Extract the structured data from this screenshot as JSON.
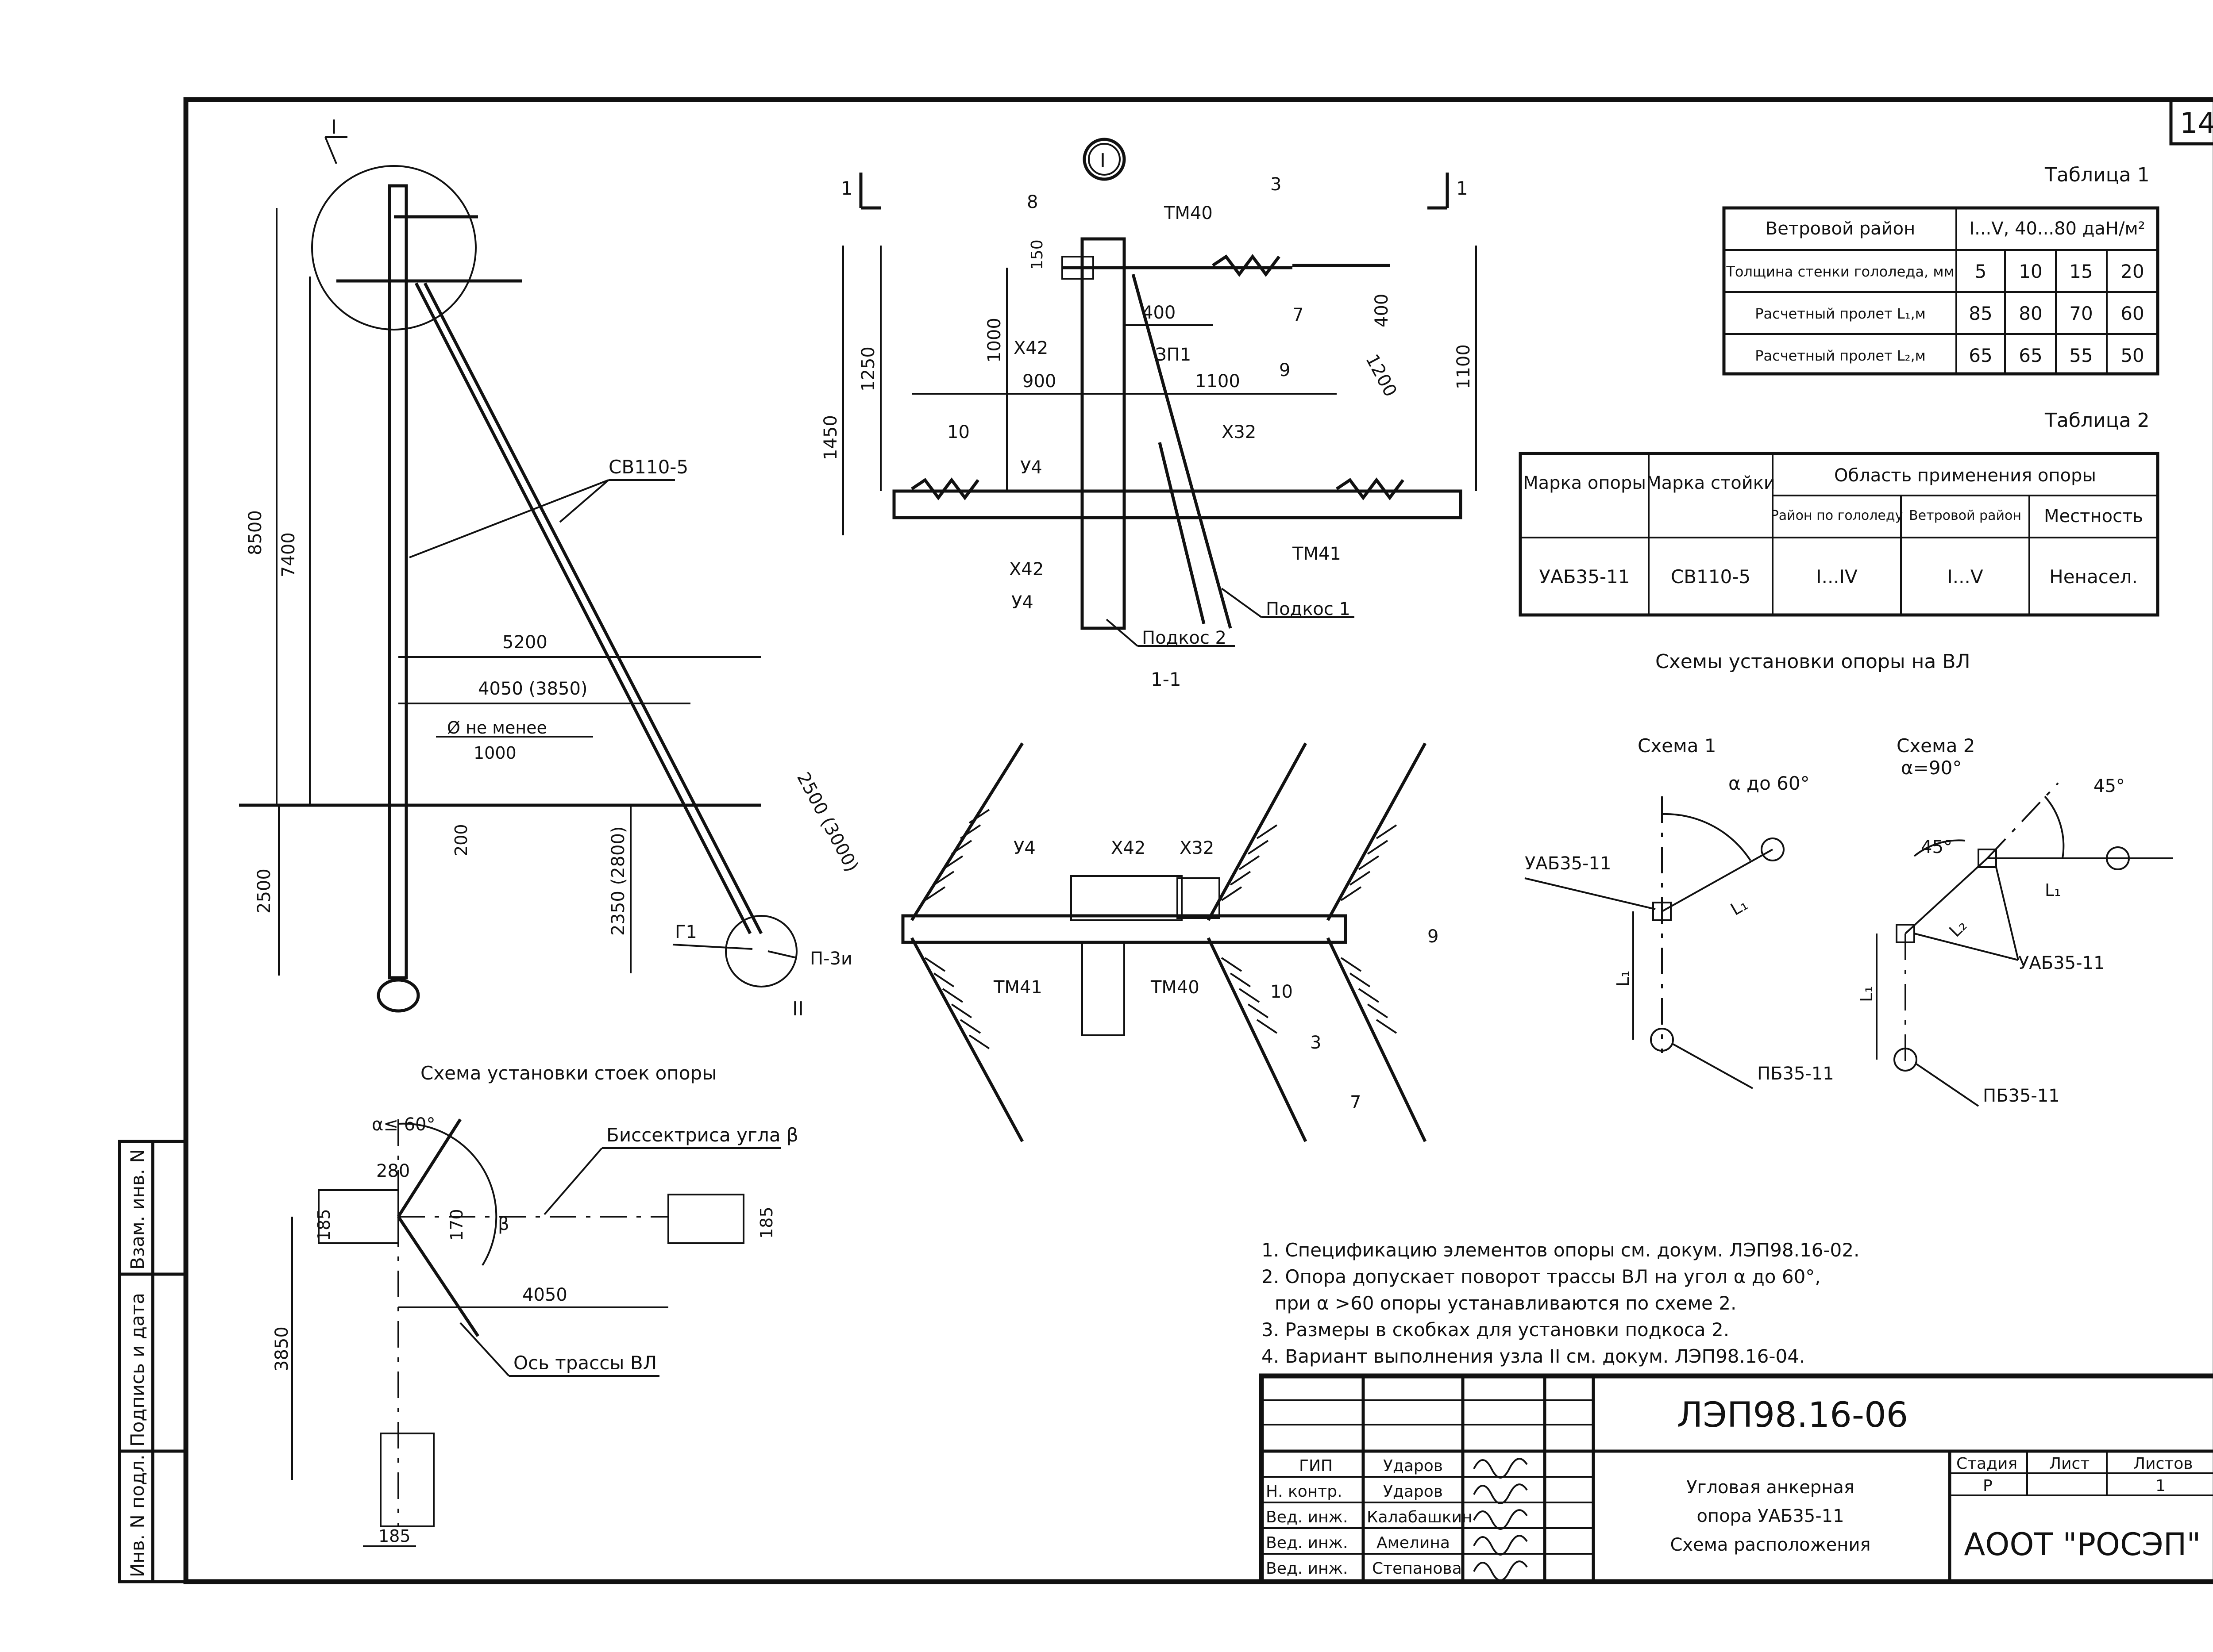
{
  "sheet_number": "14",
  "doc_code": "ЛЭП98.16-06",
  "organization": "АООТ \"РОСЭП\"",
  "title_lines": [
    "Угловая анкерная",
    "опора УАБ35-11",
    "Схема расположения"
  ],
  "stage": {
    "stage_label": "Стадия",
    "sheet_label": "Лист",
    "sheets_label": "Листов",
    "stage_value": "Р",
    "sheet_value": "",
    "sheets_value": "1"
  },
  "signatures": [
    {
      "role": "ГИП",
      "name": "Ударов"
    },
    {
      "role": "Н. контр.",
      "name": "Ударов"
    },
    {
      "role": "Вед. инж.",
      "name": "Калабашкин"
    },
    {
      "role": "Вед. инж.",
      "name": "Амелина"
    },
    {
      "role": "Вед. инж.",
      "name": "Степанова"
    }
  ],
  "side_stamp": [
    "Инв. N подл.",
    "Подпись и дата",
    "Взам. инв. N"
  ],
  "table1": {
    "caption": "Таблица 1",
    "header": [
      "Ветровой район",
      "I...V, 40...80 даН/м²"
    ],
    "rows": [
      {
        "label": "Толщина стенки гололеда, мм",
        "values": [
          "5",
          "10",
          "15",
          "20"
        ]
      },
      {
        "label": "Расчетный пролет L₁,м",
        "values": [
          "85",
          "80",
          "70",
          "60"
        ]
      },
      {
        "label": "Расчетный пролет L₂,м",
        "values": [
          "65",
          "65",
          "55",
          "50"
        ]
      }
    ]
  },
  "table2": {
    "caption": "Таблица 2",
    "col1": "Марка опоры",
    "col2": "Марка стойки",
    "group": "Область применения опоры",
    "sub": [
      "Район по гололеду",
      "Ветровой район",
      "Местность"
    ],
    "row": [
      "УАБ35-11",
      "СВ110-5",
      "I...IV",
      "I...V",
      "Ненасел."
    ]
  },
  "schemes": {
    "title": "Схемы установки опоры на ВЛ",
    "scheme1": {
      "title": "Схема 1",
      "angle": "α до 60°",
      "pole": "УАБ35-11",
      "span": "L₁",
      "span2": "L₁",
      "end": "ПБ35-11"
    },
    "scheme2": {
      "title": "Схема 2",
      "angle": "α=90°",
      "a45a": "45°",
      "a45b": "45°",
      "span1": "L₁",
      "span2": "L₂",
      "span3": "L₁",
      "pole": "УАБ35-11",
      "end": "ПБ35-11"
    }
  },
  "notes": [
    "1. Спецификацию элементов опоры см. докум. ЛЭП98.16-02.",
    "2. Опора допускает поворот трассы ВЛ на угол α до 60°,",
    "    при α >60  опоры устанавливаются по схеме 2.",
    "3. Размеры в скобках для установки подкоса 2.",
    "4. Вариант выполнения узла II см. докум. ЛЭП98.16-04."
  ],
  "view_main": {
    "caption": "Схема установки стоек опоры",
    "node": "I",
    "node2": "II",
    "stand": "СВ110-5",
    "dims": [
      "8500",
      "7400",
      "5200",
      "4050 (3850)",
      "Ø не менее",
      "1000",
      "200",
      "2500",
      "2350 (2800)",
      "2500 (3000)"
    ],
    "parts": [
      "Г1",
      "П-3и"
    ]
  },
  "view_section": {
    "caption": "1-1",
    "node": "I",
    "cut_left": "1",
    "cut_right": "1",
    "dims": [
      "1450",
      "1250",
      "1000",
      "150",
      "400",
      "900",
      "1100",
      "400",
      "1200",
      "1100"
    ],
    "labels": [
      "8",
      "ТМ40",
      "3",
      "7",
      "9",
      "Х42",
      "ЗП1",
      "10",
      "У4",
      "Х32",
      "Х42",
      "У4",
      "ТМ41",
      "Подкос 1",
      "Подкос 2"
    ]
  },
  "view_plan": {
    "labels": [
      "У4",
      "Х42",
      "Х32",
      "ТМ41",
      "ТМ40",
      "9",
      "10",
      "3",
      "7"
    ]
  },
  "view_base": {
    "angle": "α≤ 60°",
    "bisector": "Биссектриса угла β",
    "beta": "β",
    "axis": "Ось трассы ВЛ",
    "dims": [
      "280",
      "185",
      "170",
      "4050",
      "185",
      "3850",
      "185"
    ]
  }
}
